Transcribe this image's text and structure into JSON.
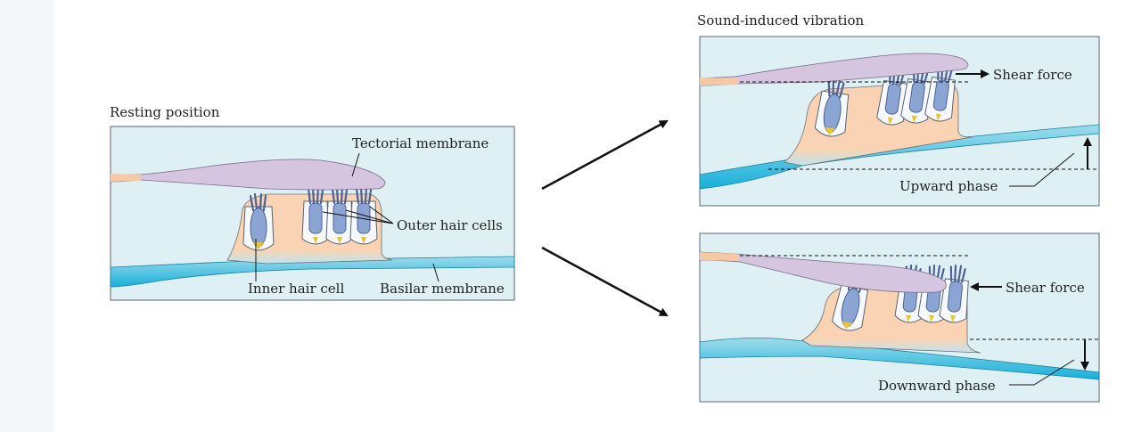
{
  "diagram": {
    "resting": {
      "title": "Resting position",
      "labels": {
        "tectorial": "Tectorial membrane",
        "outer": "Outer hair cells",
        "inner": "Inner hair cell",
        "basilar": "Basilar membrane"
      }
    },
    "sound": {
      "title": "Sound-induced vibration"
    },
    "upward": {
      "shear": "Shear force",
      "phase": "Upward phase"
    },
    "downward": {
      "shear": "Shear force",
      "phase": "Downward phase"
    },
    "colors": {
      "fluid": "#dff0f5",
      "tectorial": "#d5c5df",
      "tissue": "#f9d3b3",
      "basilar": "#20b6dc",
      "hair_cell": "#8aa4d4",
      "border": "#5a6470"
    }
  }
}
